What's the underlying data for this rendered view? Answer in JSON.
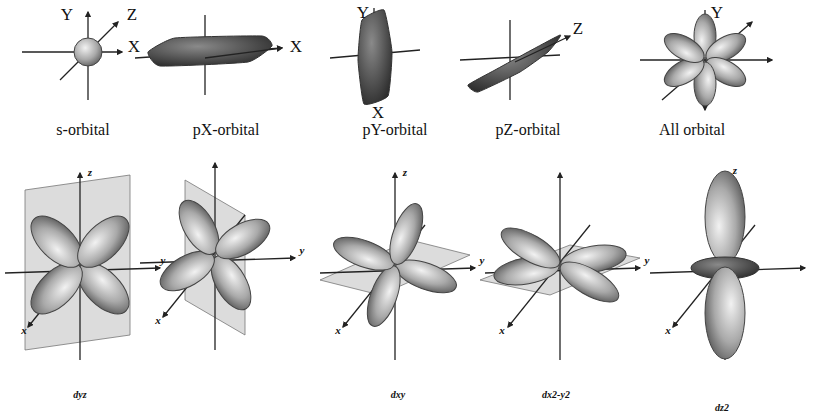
{
  "diagram": {
    "labels": [
      "Y",
      "Z",
      "X",
      "X",
      "Y",
      "X",
      "Z",
      "Y",
      "s-orbital",
      "pX-orbital",
      "pY-orbital",
      "pZ-orbital",
      "All orbital",
      "z",
      "y",
      "x",
      "x",
      "y",
      "z",
      "x",
      "y",
      "x",
      "y",
      "z",
      "x",
      "dyz",
      "dxy",
      "dx2-y2",
      "dz2"
    ]
  }
}
